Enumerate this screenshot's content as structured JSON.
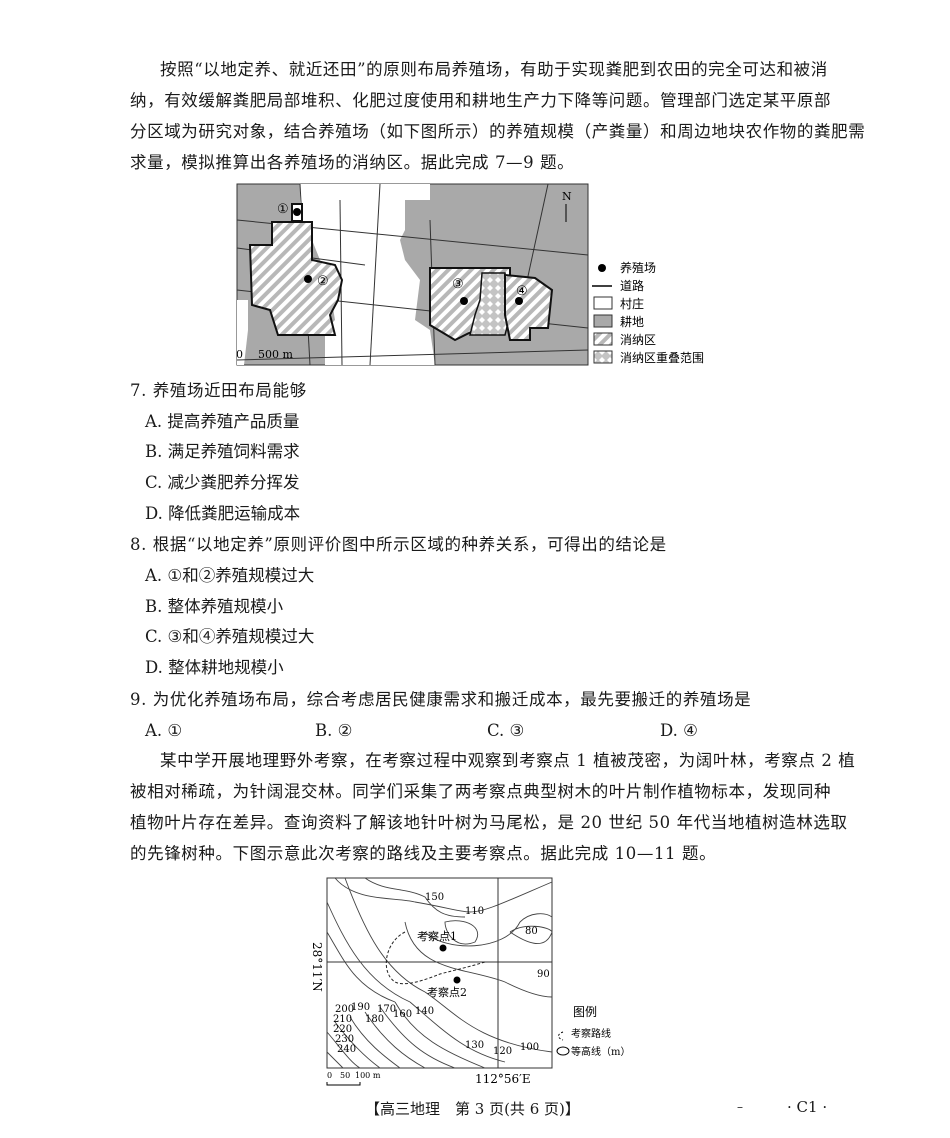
{
  "passage1": {
    "lines": [
      "按照“以地定养、就近还田”的原则布局养殖场，有助于实现粪肥到农田的完全可达和被消",
      "纳，有效缓解粪肥局部堆积、化肥过度使用和耕地生产力下降等问题。管理部门选定某平原部",
      "分区域为研究对象，结合养殖场（如下图所示）的养殖规模（产粪量）和周边地块农作物的粪肥需",
      "求量，模拟推算出各养殖场的消纳区。据此完成 7—9 题。"
    ]
  },
  "map1": {
    "north": "N",
    "farm_labels": [
      "①",
      "②",
      "③",
      "④"
    ],
    "scale": {
      "zero": "0",
      "label": "500 m"
    },
    "legend": [
      "养殖场",
      "道路",
      "村庄",
      "耕地",
      "消纳区",
      "消纳区重叠范围"
    ],
    "colors": {
      "farmland": "#a9a9a9",
      "village": "#ffffff"
    }
  },
  "questions": [
    {
      "stem": "7. 养殖场近田布局能够",
      "options": [
        "A. 提高养殖产品质量",
        "B. 满足养殖饲料需求",
        "C. 减少粪肥养分挥发",
        "D. 降低粪肥运输成本"
      ]
    },
    {
      "stem": "8. 根据“以地定养”原则评价图中所示区域的种养关系，可得出的结论是",
      "options": [
        "A. ①和②养殖规模过大",
        "B. 整体养殖规模小",
        "C. ③和④养殖规模过大",
        "D. 整体耕地规模小"
      ]
    },
    {
      "stem": "9. 为优化养殖场布局，综合考虑居民健康需求和搬迁成本，最先要搬迁的养殖场是",
      "options": [
        "A. ①",
        "B. ②",
        "C. ③",
        "D. ④"
      ]
    }
  ],
  "passage2": {
    "lines": [
      "某中学开展地理野外考察，在考察过程中观察到考察点 1 植被茂密，为阔叶林，考察点 2 植",
      "被相对稀疏，为针阔混交林。同学们采集了两考察点典型树木的叶片制作植物标本，发现同种",
      "植物叶片存在差异。查询资料了解该地针叶树为马尾松，是 20 世纪 50 年代当地植树造林选取",
      "的先锋树种。下图示意此次考察的路线及主要考察点。据此完成 10—11 题。"
    ]
  },
  "map2": {
    "point1": "考察点1",
    "point2": "考察点2",
    "lat": "28°11′N",
    "lon": "112°56′E",
    "contours": [
      "150",
      "110",
      "80",
      "90",
      "100",
      "120",
      "130",
      "140",
      "160",
      "170",
      "180",
      "190",
      "200",
      "210",
      "220",
      "230",
      "240"
    ],
    "scale": [
      "0",
      "50",
      "100 m"
    ],
    "legend_title": "图例",
    "legend": [
      "考察路线",
      "等高线（m）"
    ]
  },
  "footer": {
    "text": "【高三地理　第 3 页(共 6 页)】",
    "dash": "–",
    "code": "· C1 ·"
  }
}
